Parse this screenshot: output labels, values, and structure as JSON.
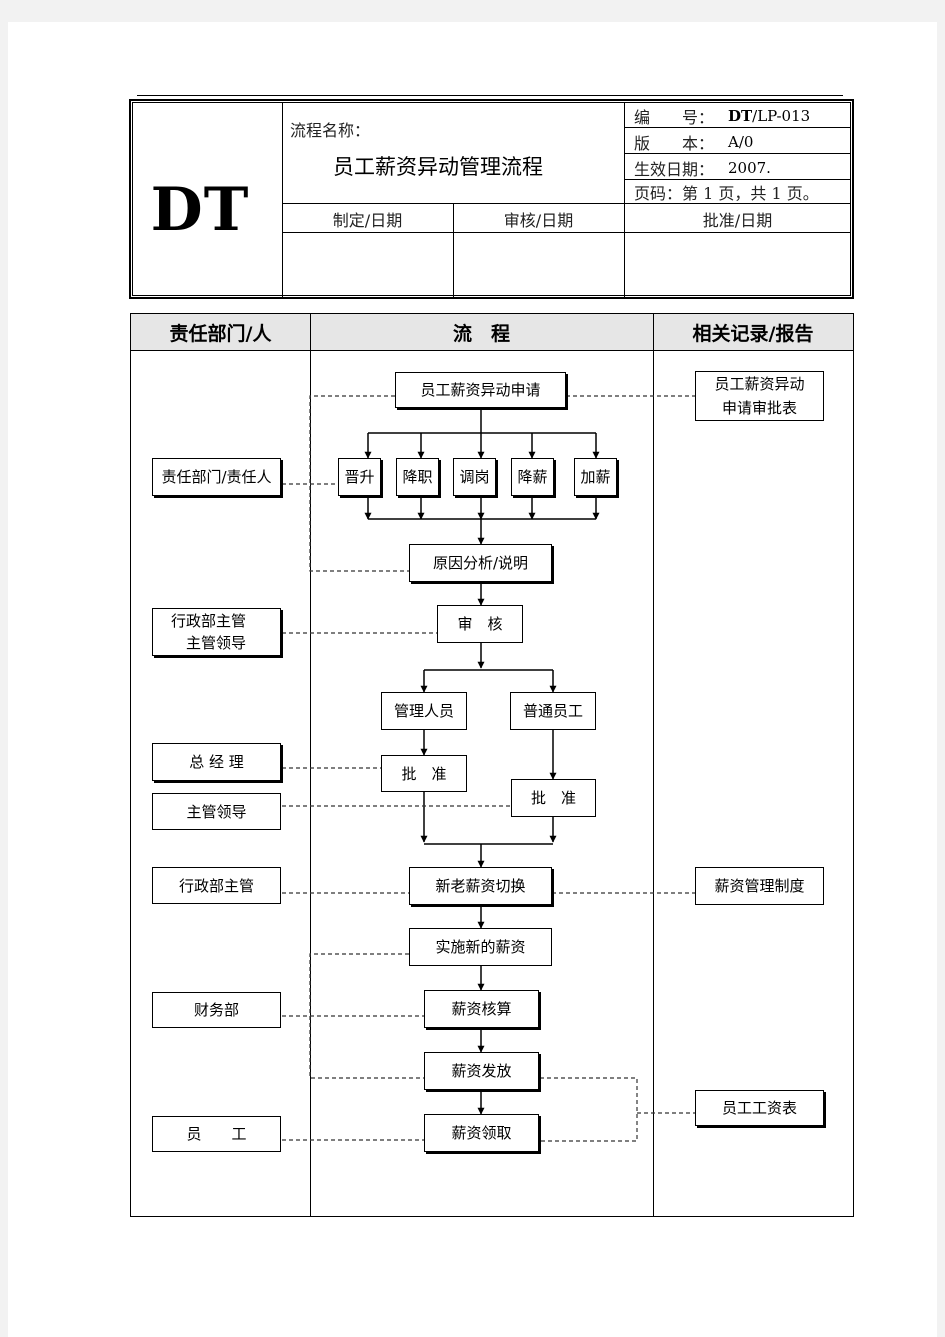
{
  "header": {
    "logo": "DT",
    "process_name_label": "流程名称：",
    "process_name": "员工薪资异动管理流程",
    "doc_no_label": "编　　号：",
    "doc_no_bold": "DT",
    "doc_no_rest": "/LP-013",
    "version_label": "版　　本：",
    "version": "A/0",
    "effective_date_label": "生效日期：",
    "effective_date": "2007.",
    "page_info": "页码：第 1 页，共 1 页。",
    "prepared_label": "制定/日期",
    "reviewed_label": "审核/日期",
    "approved_label": "批准/日期"
  },
  "columns": {
    "department": "责任部门/人",
    "process": "流　程",
    "records": "相关记录/报告"
  },
  "departments": {
    "responsible": "责任部门/责任人",
    "admin_supervisor_lead": "行政部主管\n　主管领导",
    "general_manager": "总 经 理",
    "supervisor_lead": "主管领导",
    "admin_supervisor": "行政部主管",
    "finance": "财务部",
    "employee": "员　　工"
  },
  "process_steps": {
    "apply": "员工薪资异动申请",
    "promotion": "晋升",
    "demotion": "降职",
    "transfer": "调岗",
    "pay_cut": "降薪",
    "raise": "加薪",
    "reason": "原因分析/说明",
    "review": "审　核",
    "managers": "管理人员",
    "staff": "普通员工",
    "approve_1": "批　准",
    "approve_2": "批　准",
    "switch": "新老薪资切换",
    "implement": "实施新的薪资",
    "calculate": "薪资核算",
    "pay": "薪资发放",
    "receive": "薪资领取"
  },
  "records": {
    "approval_form": "员工薪资异动\n申请审批表",
    "salary_policy": "薪资管理制度",
    "payroll": "员工工资表"
  }
}
